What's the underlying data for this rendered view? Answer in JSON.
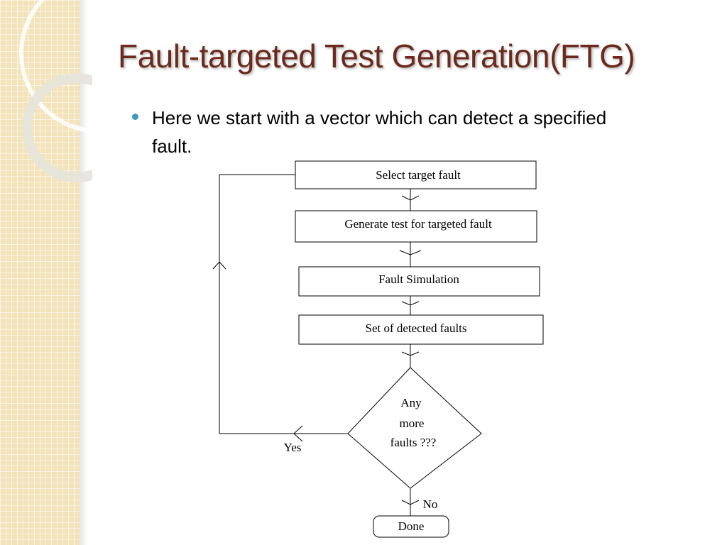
{
  "slide": {
    "title": "Fault-targeted Test Generation(FTG)",
    "bullets": [
      "Here we start with a vector which can detect a specified fault."
    ]
  },
  "flowchart": {
    "steps": [
      "Select target fault",
      "Generate test for targeted fault",
      "Fault Simulation",
      "Set of detected faults"
    ],
    "decision": {
      "line1": "Any",
      "line2": "more",
      "line3": "faults ???"
    },
    "yes_label": "Yes",
    "no_label": "No",
    "end_label": "Done"
  },
  "colors": {
    "title": "#6b2a1d",
    "bullet": "#3d9ab8",
    "sidebar": "#f3e3bb"
  }
}
